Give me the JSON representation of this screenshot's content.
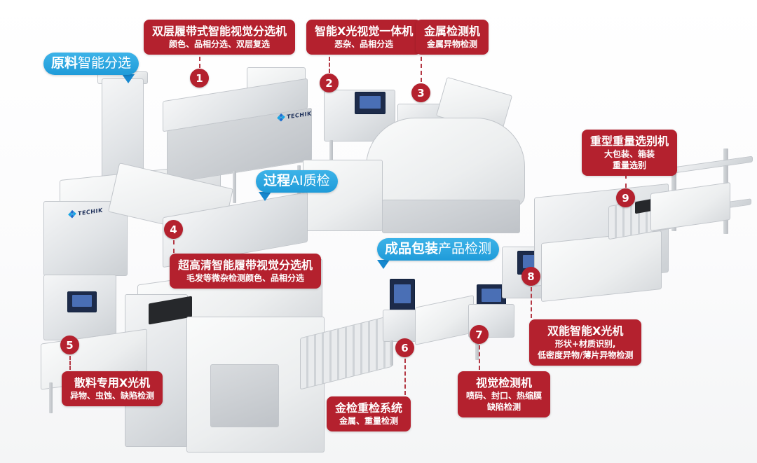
{
  "brand": {
    "logo_text": "TECHIK"
  },
  "colors": {
    "label_red": "#b4212e",
    "banner_blue": "#2aa7e2",
    "arrow_blue": "#1688cf"
  },
  "banners": [
    {
      "bold": "原料",
      "normal": "智能分选"
    },
    {
      "bold": "过程",
      "normal": "AI质检"
    },
    {
      "bold": "成品包装",
      "normal": "产品检测"
    }
  ],
  "stations": [
    {
      "number": "1",
      "title": "双层履带式智能视觉分选机",
      "sub1": "颜色、品相分选、双层复选",
      "sub2": ""
    },
    {
      "number": "2",
      "title": "智能X光视觉一体机",
      "sub1": "恶杂、品相分选",
      "sub2": ""
    },
    {
      "number": "3",
      "title": "金属检测机",
      "sub1": "金属异物检测",
      "sub2": ""
    },
    {
      "number": "4",
      "title": "超高清智能履带视觉分选机",
      "sub1": "毛发等微杂检测颜色、品相分选",
      "sub2": ""
    },
    {
      "number": "5",
      "title": "散料专用X光机",
      "sub1": "异物、虫蚀、缺陷检测",
      "sub2": ""
    },
    {
      "number": "6",
      "title": "金检重检系统",
      "sub1": "金属、重量检测",
      "sub2": ""
    },
    {
      "number": "7",
      "title": "视觉检测机",
      "sub1": "喷码、封口、热缩膜",
      "sub2": "缺陷检测"
    },
    {
      "number": "8",
      "title": "双能智能X光机",
      "sub1": "形状+材质识别,",
      "sub2": "低密度异物/薄片异物检测"
    },
    {
      "number": "9",
      "title": "重型重量选别机",
      "sub1": "大包装、箱装",
      "sub2": "重量选别"
    }
  ]
}
